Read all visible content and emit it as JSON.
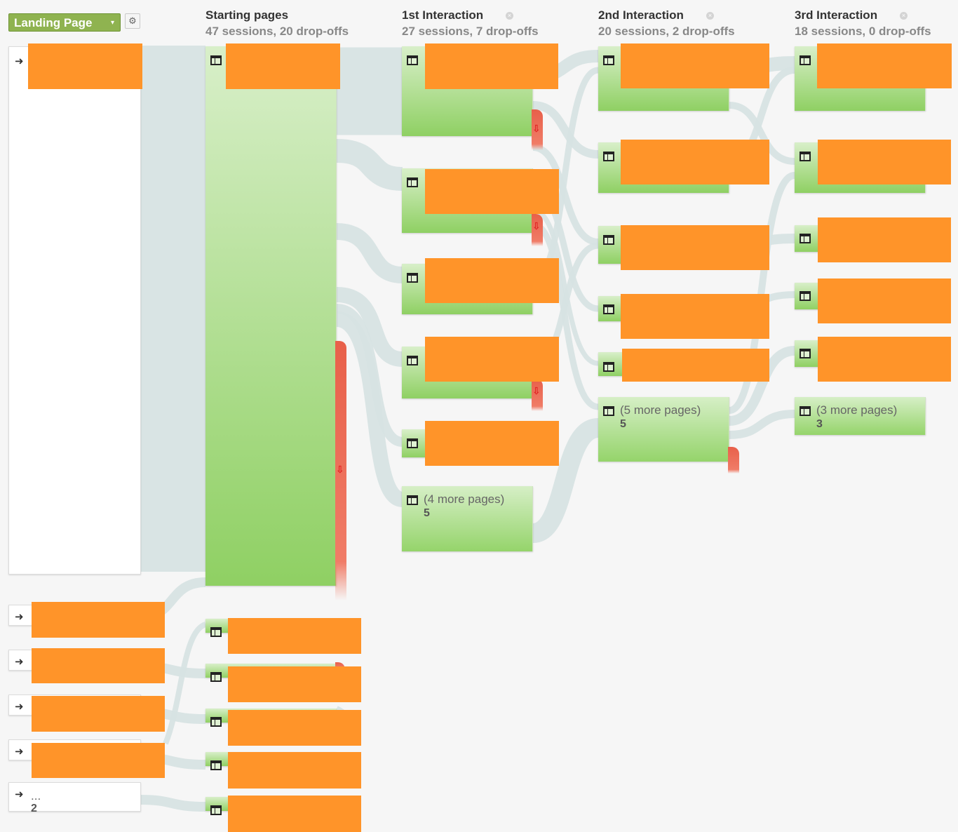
{
  "dimension_selector": {
    "label": "Landing Page",
    "caret": "▾"
  },
  "settings": {
    "icon": "gear-icon",
    "glyph": "⚙"
  },
  "columns": [
    {
      "title": "Starting pages",
      "subtitle": "47 sessions, 20 drop-offs"
    },
    {
      "title": "1st Interaction",
      "subtitle": "27 sessions, 7 drop-offs"
    },
    {
      "title": "2nd Interaction",
      "subtitle": "20 sessions, 2 drop-offs"
    },
    {
      "title": "3rd Interaction",
      "subtitle": "18 sessions, 0 drop-offs"
    }
  ],
  "close_glyph": "×",
  "arrow_glyph": "➜",
  "drop_glyph": "⇩",
  "sources_more": {
    "label": "...",
    "count": "2"
  },
  "first_more": {
    "label": "(4 more pages)",
    "count": "5"
  },
  "second_more": {
    "label": "(5 more pages)",
    "count": "5"
  },
  "third_more": {
    "label": "(3 more pages)",
    "count": "3"
  },
  "colors": {
    "node_green": "#8fd063",
    "dropoff_red": "#ee6e5a",
    "flow_gray": "#d5e1e1",
    "redaction": "#ff9429"
  }
}
